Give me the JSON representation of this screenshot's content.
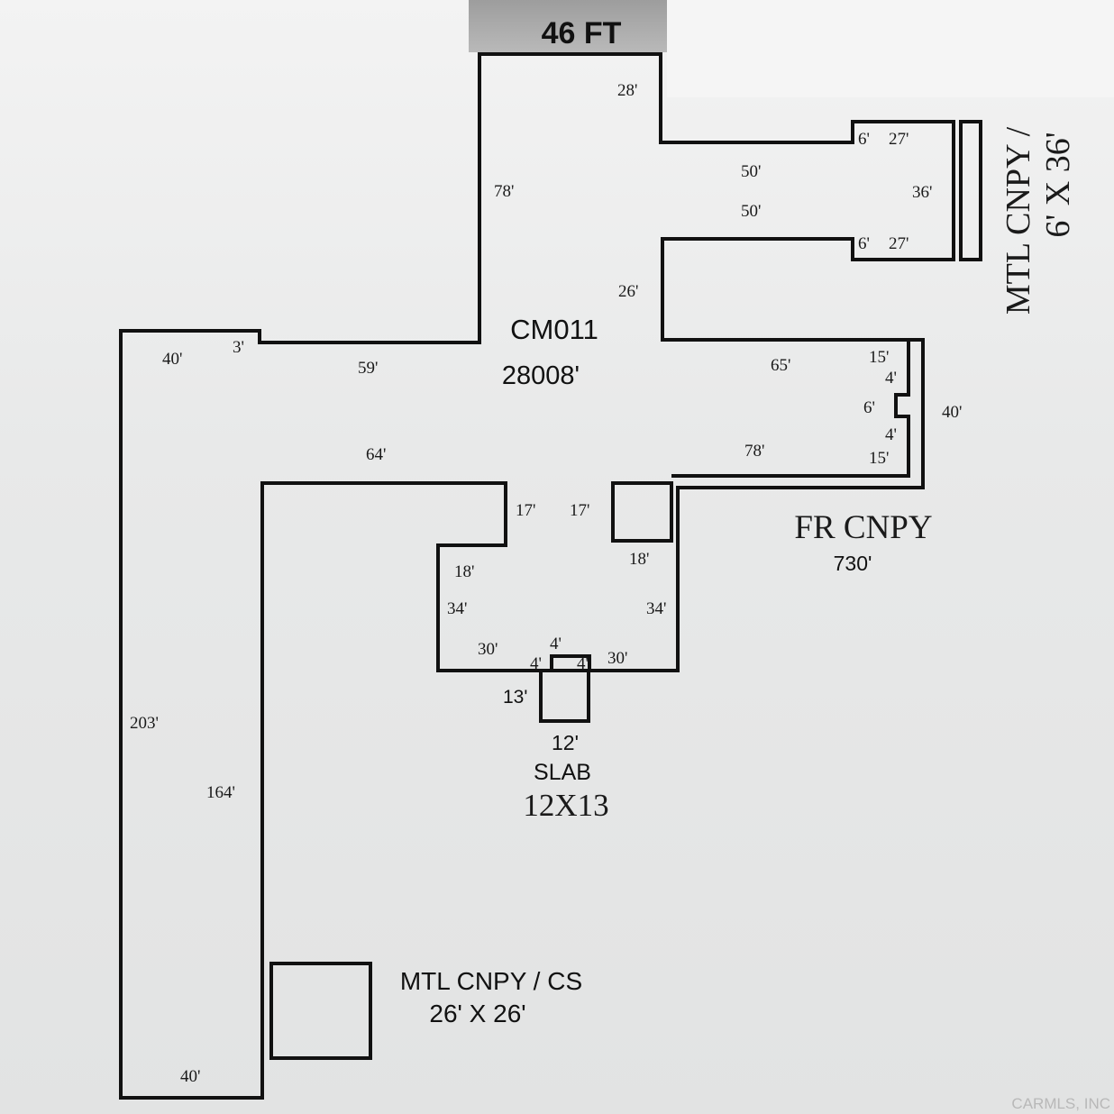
{
  "header": {
    "width_label": "46 FT"
  },
  "main_building": {
    "code": "CM011",
    "area": "28008'"
  },
  "front_canopy": {
    "label": "FR CNPY",
    "area": "730'"
  },
  "slab": {
    "size": "12'",
    "label": "SLAB",
    "dims": "12X13"
  },
  "metal_canopy_rear": {
    "label": "MTL CNPY /",
    "dims": "6' X 36'"
  },
  "metal_canopy_side": {
    "label": "MTL CNPY / CS",
    "dims": "26' X 26'"
  },
  "dimensions": {
    "top_28": "28'",
    "left_78": "78'",
    "wing_50_a": "50'",
    "wing_50_b": "50'",
    "wing_6_a": "6'",
    "wing_27_a": "27'",
    "wing_36": "36'",
    "wing_6_b": "6'",
    "wing_27_b": "27'",
    "step_26": "26'",
    "left_40": "40'",
    "step_3": "3'",
    "mid_59": "59'",
    "mid_65": "65'",
    "notch_15_a": "15'",
    "notch_4_a": "4'",
    "notch_6": "6'",
    "notch_4_b": "4'",
    "notch_15_b": "15'",
    "right_40": "40'",
    "low_64": "64'",
    "low_78": "78'",
    "in_17_a": "17'",
    "in_17_b": "17'",
    "in_18_a": "18'",
    "in_18_b": "18'",
    "in_34_a": "34'",
    "in_34_b": "34'",
    "in_30_a": "30'",
    "in_30_b": "30'",
    "nub_4_top": "4'",
    "nub_4_l": "4'",
    "nub_4_r": "4'",
    "slab_13": "13'",
    "west_203": "203'",
    "west_164": "164'",
    "bottom_40": "40'"
  },
  "watermark": "CARMLS, INC"
}
